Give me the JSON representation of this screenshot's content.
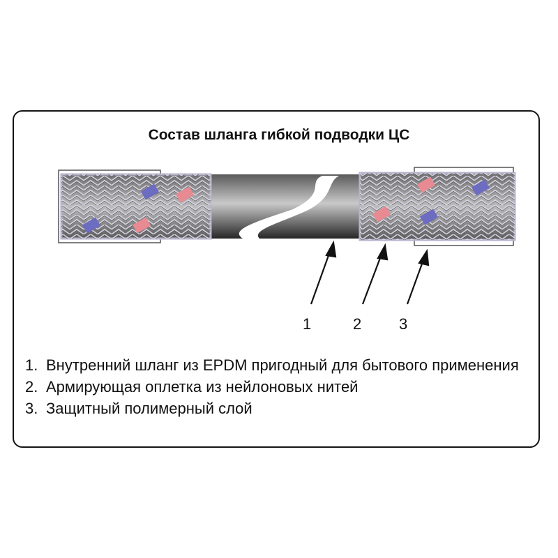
{
  "title": "Состав шланга гибкой подводки ЦС",
  "callouts": [
    "1",
    "2",
    "3"
  ],
  "legend": [
    {
      "num": "1.",
      "text": "Внутренний шланг из EPDM пригодный для бытового применения"
    },
    {
      "num": "2.",
      "text": "Армирующая оплетка из нейлоновых нитей"
    },
    {
      "num": "3.",
      "text": "Защитный полимерный слой"
    }
  ],
  "colors": {
    "hose_dark": "#3c3c3c",
    "hose_light": "#9a9a9a",
    "braid_outline": "#b8b4cc",
    "braid_fill": "#8c8c8c",
    "accent_blue": "#6c6cc0",
    "accent_pink": "#e88a92",
    "text": "#111111"
  }
}
